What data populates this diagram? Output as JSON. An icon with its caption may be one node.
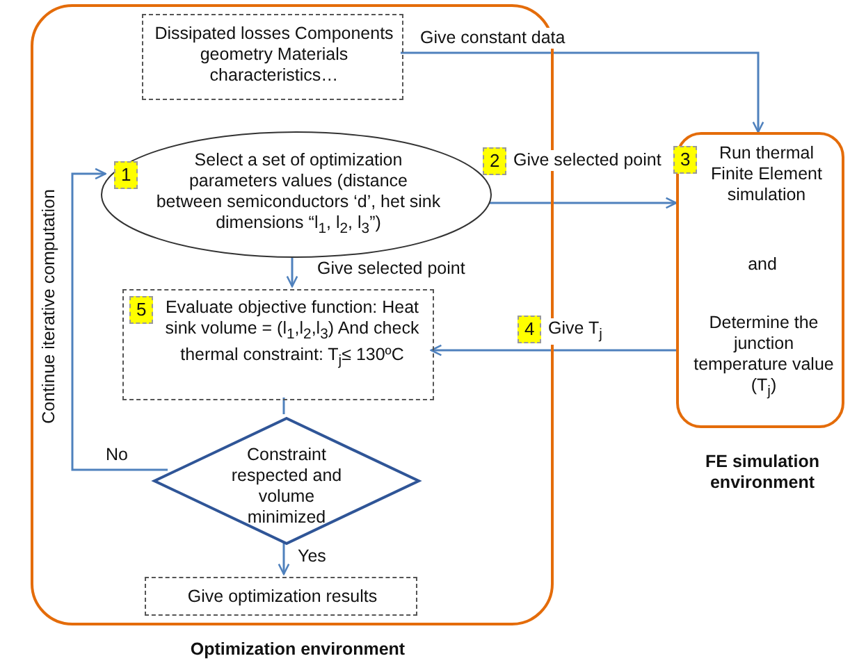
{
  "diagram": {
    "nodes": [
      {
        "text": [
          "Optimization environment"
        ]
      },
      {
        "text": [
          "Dissipated losses Components geometry Materials characteristics…"
        ],
        "in": 0
      },
      {
        "text": [
          "1",
          "Select a set of optimization parameters values (distance between semiconductors ‘d’, het sink dimensions “l$_{1}$, l$_{2}$, l$_{3}$”)"
        ],
        "in": 0
      },
      {
        "text": [
          "5",
          "Evaluate objective function: Heat sink volume = (l$_{1}$,l$_{2}$,l$_{3}$) And check thermal constraint: T$_{j}$≤ 130ºC"
        ],
        "in": 0
      },
      {
        "text": [
          "Constraint respected and volume minimized"
        ],
        "in": 0
      },
      {
        "text": [
          "Give optimization results"
        ],
        "in": 0
      },
      {
        "text": [
          "3",
          "Run thermal Finite Element simulation",
          "and",
          "Determine the junction temperature value (T$_{j}$)",
          "FE simulation environment"
        ]
      }
    ],
    "edges": [
      {
        "from": 1,
        "to": 6,
        "arrow": "to",
        "label": "Give constant data"
      },
      {
        "from": 2,
        "to": 6,
        "arrow": "to",
        "label": "Give selected point"
      },
      {
        "from": 2,
        "to": 3,
        "arrow": "to",
        "label": "Give selected point"
      },
      {
        "from": 6,
        "to": 3,
        "arrow": "to",
        "label": "Give T$_{j}$"
      },
      {
        "from": 3,
        "to": 4,
        "arrow": "none"
      },
      {
        "from": 4,
        "to": 5,
        "arrow": "to",
        "label": "Yes"
      },
      {
        "from": 4,
        "to": 2,
        "arrow": "to",
        "label": "No"
      }
    ],
    "labels": [
      "2",
      "4",
      "Continue iterative computation"
    ]
  }
}
